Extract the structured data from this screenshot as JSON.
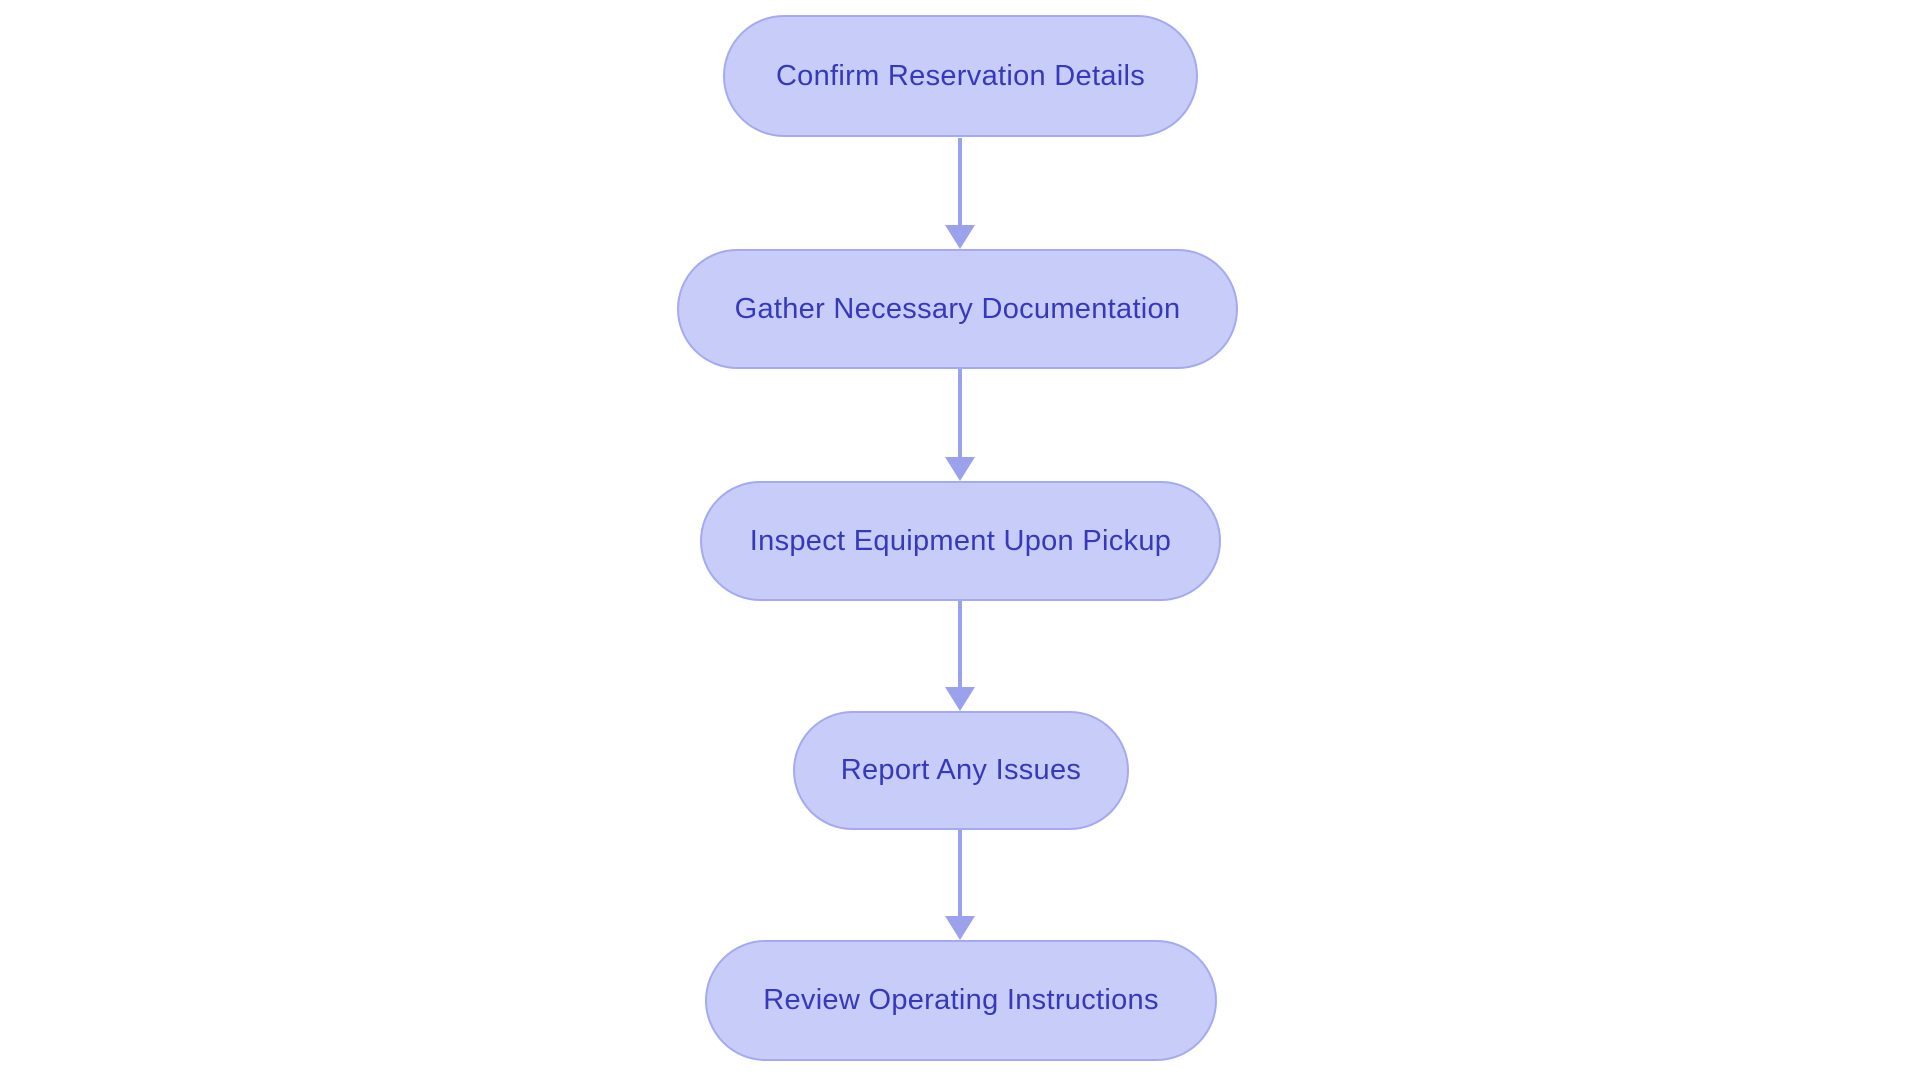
{
  "flowchart": {
    "nodes": [
      {
        "id": "confirm-reservation-details",
        "label": "Confirm Reservation Details"
      },
      {
        "id": "gather-necessary-documentation",
        "label": "Gather Necessary Documentation"
      },
      {
        "id": "inspect-equipment-upon-pickup",
        "label": "Inspect Equipment Upon Pickup"
      },
      {
        "id": "report-any-issues",
        "label": "Report Any Issues"
      },
      {
        "id": "review-operating-instructions",
        "label": "Review Operating Instructions"
      }
    ],
    "connections": [
      {
        "from": 0,
        "to": 1
      },
      {
        "from": 1,
        "to": 2
      },
      {
        "from": 2,
        "to": 3
      },
      {
        "from": 3,
        "to": 4
      }
    ],
    "colors": {
      "node_fill": "#c8ccf9",
      "node_border": "#a3aaf2",
      "node_text": "#3639bb",
      "arrow": "#9aa2ee",
      "background": "#ffffff"
    }
  }
}
